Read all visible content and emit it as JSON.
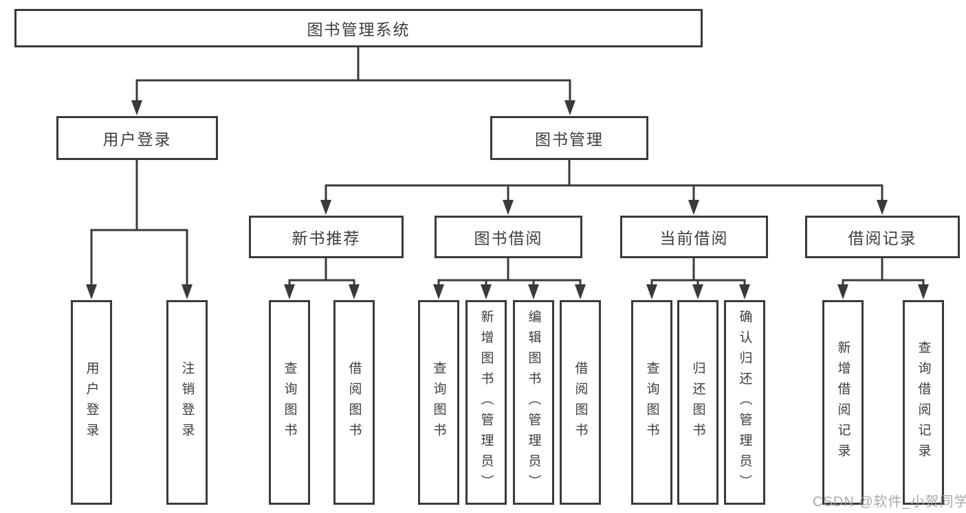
{
  "diagram": {
    "title": "图书管理系统",
    "branches": [
      {
        "label": "用户登录",
        "children": [
          "用户登录",
          "注销登录"
        ]
      },
      {
        "label": "图书管理",
        "groups": [
          {
            "label": "新书推荐",
            "children": [
              "查询图书",
              "借阅图书"
            ]
          },
          {
            "label": "图书借阅",
            "children": [
              "查询图书",
              "新增图书（管理员）",
              "编辑图书（管理员）",
              "借阅图书"
            ]
          },
          {
            "label": "当前借阅",
            "children": [
              "查询图书",
              "归还图书",
              "确认归还（管理员）"
            ]
          },
          {
            "label": "借阅记录",
            "children": [
              "新增借阅记录",
              "查询借阅记录"
            ]
          }
        ]
      }
    ]
  },
  "watermark": "CSDN @软件_小贺同学",
  "colors": {
    "line": "#3a3a3a",
    "text": "#3d3d3d",
    "background": "#ffffff",
    "watermark": "#9e9ea4"
  }
}
